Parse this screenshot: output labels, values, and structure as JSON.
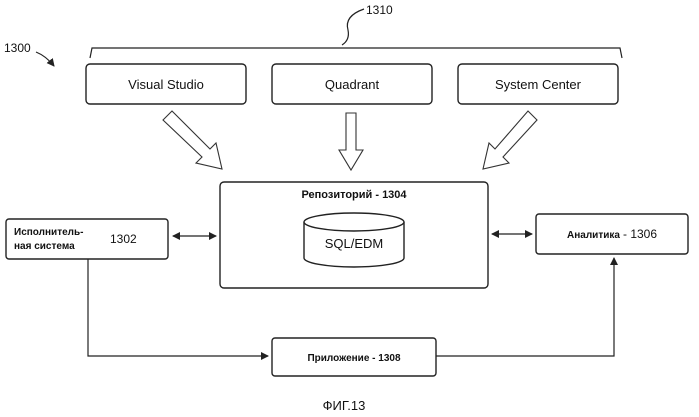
{
  "reference_labels": {
    "figure_ref": "1300",
    "group_ref": "1310"
  },
  "tools": [
    {
      "label": "Visual Studio"
    },
    {
      "label": "Quadrant"
    },
    {
      "label": "System Center"
    }
  ],
  "repository": {
    "label": "Репозиторий - 1304",
    "database": "SQL/EDM"
  },
  "runtime": {
    "line1": "Исполнитель-",
    "line2": "ная система",
    "ref": "1302"
  },
  "analytics": {
    "label": "Аналитика",
    "ref": "- 1306"
  },
  "application": {
    "label": "Приложение - 1308"
  },
  "caption": "ФИГ.13"
}
